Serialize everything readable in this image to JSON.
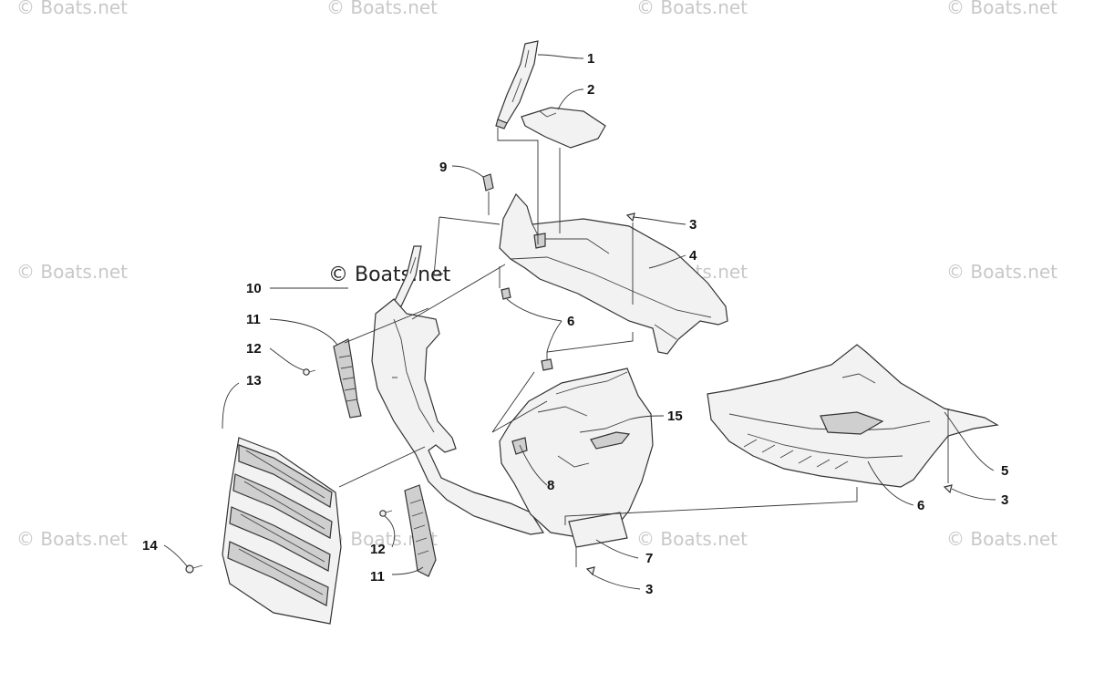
{
  "watermark": {
    "text": "© Boats.net"
  },
  "callouts": [
    "1",
    "2",
    "3",
    "4",
    "9",
    "10",
    "11",
    "12",
    "13",
    "6",
    "15",
    "5",
    "3",
    "6",
    "8",
    "14",
    "12",
    "11",
    "7",
    "3"
  ]
}
